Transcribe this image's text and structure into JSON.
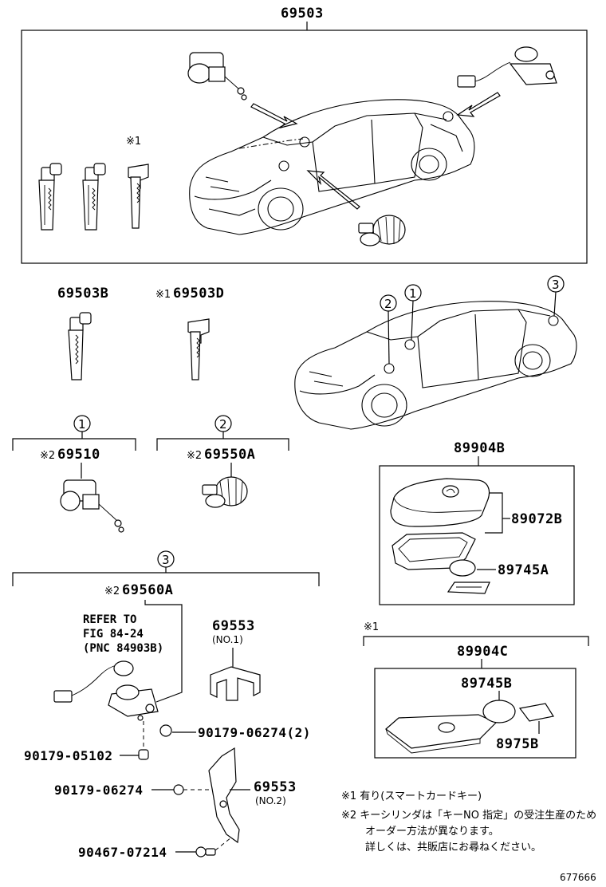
{
  "parts": {
    "main_assembly": "69503",
    "key_b": "69503B",
    "key_d_mark": "※1",
    "key_d": "69503D",
    "top_mark": "※1",
    "cyl1_mark": "※2",
    "cyl1": "69510",
    "cyl2_mark": "※2",
    "cyl2": "69550A",
    "cyl3_mark": "※2",
    "cyl3": "69560A",
    "ref_line1": "REFER TO",
    "ref_line2": "FIG 84-24",
    "ref_line3": "(PNC 84903B)",
    "bracket1": "69553",
    "bracket1_sub": "(NO.1)",
    "bracket2": "69553",
    "bracket2_sub": "(NO.2)",
    "screw1": "90179-06274(2)",
    "screw2": "90179-05102",
    "screw3": "90179-06274",
    "bolt": "90467-07214",
    "fob_set": "89904B",
    "fob_case": "89072B",
    "fob_battery": "89745A",
    "card_mark": "※1",
    "card_set": "89904C",
    "card_battery": "89745B",
    "card_part": "8975B"
  },
  "callouts": {
    "c1": "1",
    "c2": "2",
    "c3": "3"
  },
  "notes": {
    "note1": "※1 有り(スマートカードキー)",
    "note2a": "※2 キーシリンダは「キーNO 指定」の受注生産のため",
    "note2b": "オーダー方法が異なります。",
    "note2c": "詳しくは、共販店にお尋ねください。"
  },
  "figure_id": "677666"
}
